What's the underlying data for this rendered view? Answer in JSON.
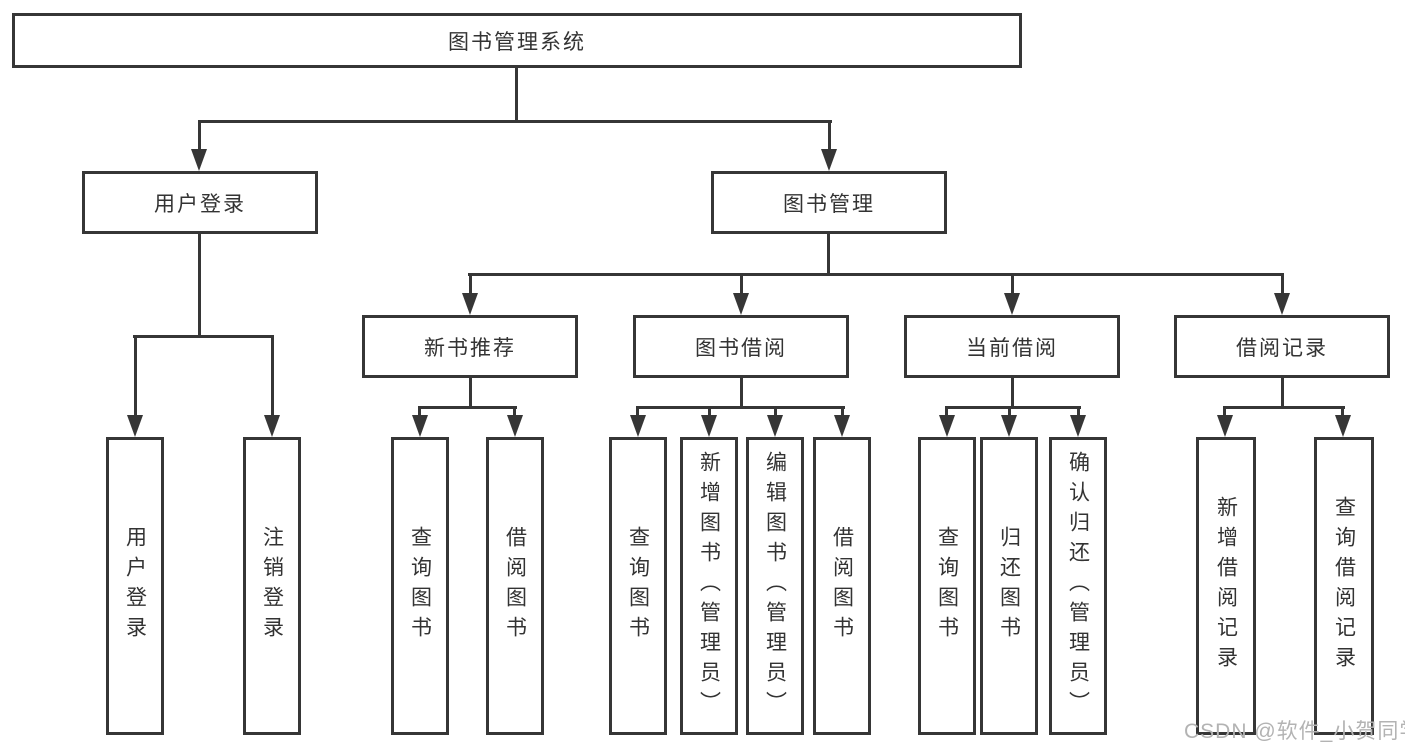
{
  "title": "图书管理系统",
  "watermark": "CSDN @软件_小贺同学",
  "colors": {
    "line": "#363636",
    "box_border": "#363636",
    "box_fill": "#ffffff",
    "text": "#333333",
    "watermark": "#b3b3b3",
    "background": "#ffffff"
  },
  "tree": {
    "label": "图书管理系统",
    "children": [
      {
        "label": "用户登录",
        "children": [
          {
            "label": "用户登录"
          },
          {
            "label": "注销登录"
          }
        ]
      },
      {
        "label": "图书管理",
        "children": [
          {
            "label": "新书推荐",
            "children": [
              {
                "label": "查询图书"
              },
              {
                "label": "借阅图书"
              }
            ]
          },
          {
            "label": "图书借阅",
            "children": [
              {
                "label": "查询图书"
              },
              {
                "label": "新增图书（管理员）"
              },
              {
                "label": "编辑图书（管理员）"
              },
              {
                "label": "借阅图书"
              }
            ]
          },
          {
            "label": "当前借阅",
            "children": [
              {
                "label": "查询图书"
              },
              {
                "label": "归还图书"
              },
              {
                "label": "确认归还（管理员）"
              }
            ]
          },
          {
            "label": "借阅记录",
            "children": [
              {
                "label": "新增借阅记录"
              },
              {
                "label": "查询借阅记录"
              }
            ]
          }
        ]
      }
    ]
  }
}
